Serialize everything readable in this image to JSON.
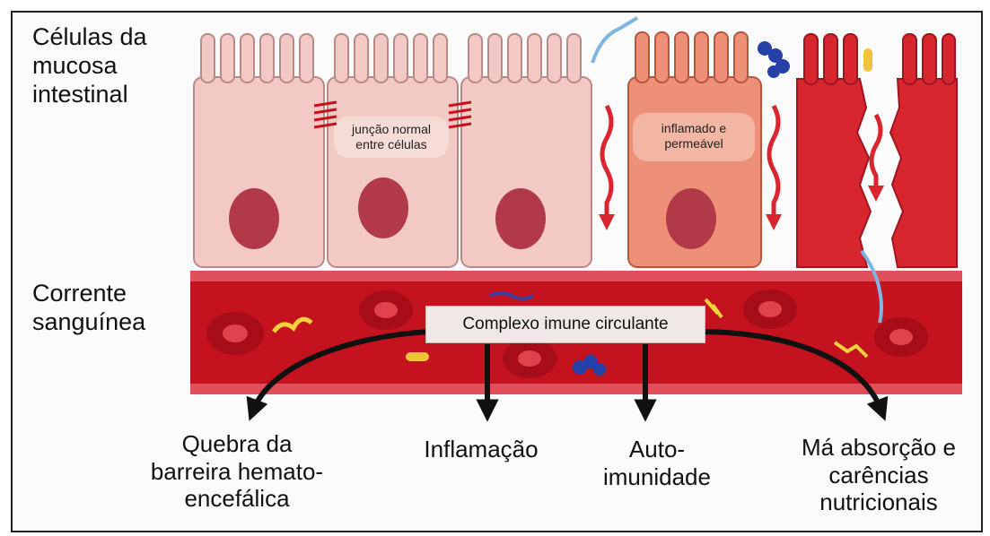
{
  "labels": {
    "mucosa": [
      "Células da",
      "mucosa",
      "intestinal"
    ],
    "bloodstream": [
      "Corrente",
      "sanguínea"
    ]
  },
  "cell_notes": {
    "normal_junction": [
      "junção normal",
      "entre células"
    ],
    "inflamed": [
      "inflamado e",
      "permeável"
    ]
  },
  "center_box": "Complexo imune circulante",
  "outcomes": {
    "bbb": [
      "Quebra da",
      "barreira hemato-",
      "encefálica"
    ],
    "inflammation": [
      "Inflamação"
    ],
    "autoimmunity": [
      "Auto-",
      "imunidade"
    ],
    "malabsorption": [
      "Má absorção e",
      "carências",
      "nutricionais"
    ]
  },
  "colors": {
    "normal_cell": "#f2c9c4",
    "inflamed_cell": "#ee8f78",
    "damaged_cell": "#d8262f",
    "nucleus": "#b23a48",
    "vessel": "#c4121f",
    "arrow": "#111111"
  }
}
